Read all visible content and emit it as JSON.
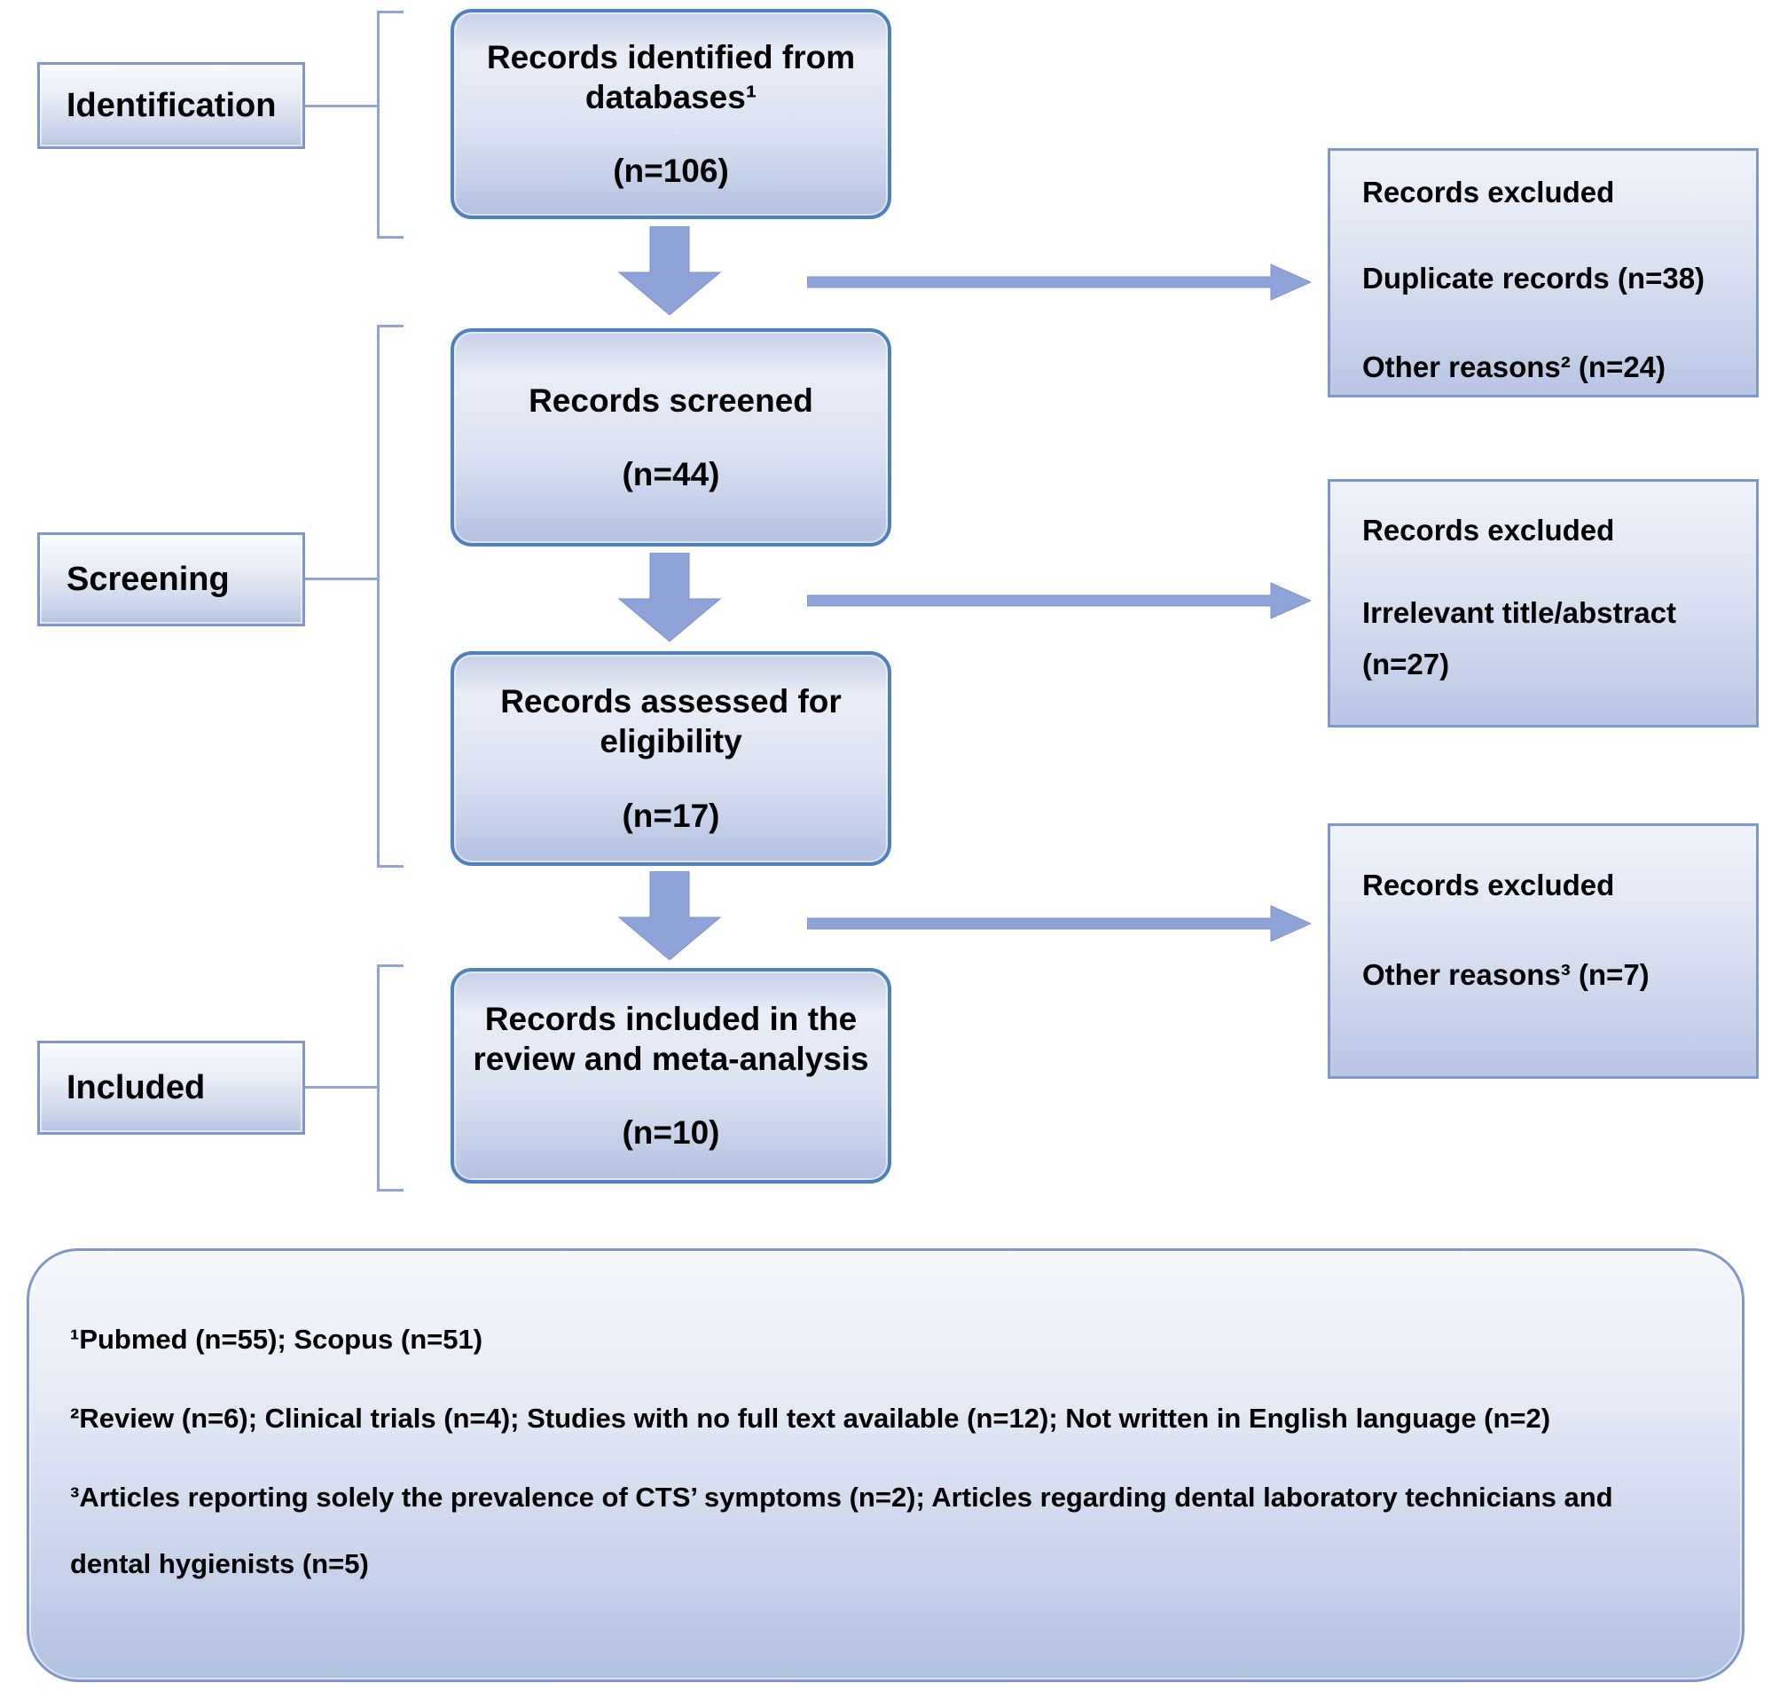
{
  "diagram": {
    "title_semantic": "PRISMA flow diagram of study selection",
    "stages": [
      {
        "label": "Identification"
      },
      {
        "label": "Screening"
      },
      {
        "label": "Included"
      }
    ],
    "main_boxes": [
      {
        "title": "Records identified from databases¹",
        "count": "(n=106)"
      },
      {
        "title": "Records screened",
        "count": "(n=44)"
      },
      {
        "title": "Records assessed for eligibility",
        "count": "(n=17)"
      },
      {
        "title": "Records included in the review and meta-analysis",
        "count": "(n=10)"
      }
    ],
    "exclusion_boxes": [
      {
        "header": "Records excluded",
        "lines": [
          "Duplicate records (n=38)",
          "Other reasons² (n=24)"
        ]
      },
      {
        "header": "Records excluded",
        "lines": [
          "Irrelevant title/abstract",
          "(n=27)"
        ]
      },
      {
        "header": "Records excluded",
        "lines": [
          "Other reasons³ (n=7)"
        ]
      }
    ],
    "footnotes": [
      "¹Pubmed (n=55); Scopus (n=51)",
      "²Review (n=6); Clinical trials (n=4); Studies with no full text available (n=12); Not written in English language (n=2)",
      "³Articles reporting solely the prevalence of CTS’ symptoms (n=2); Articles regarding dental laboratory technicians and dental hygienists (n=5)"
    ],
    "colors": {
      "main_box_border": "#4f81bd",
      "panel_border": "#7e97cd",
      "arrow_fill": "#8ea3d8",
      "connector_line": "#8ea6d6",
      "box_fill_top": "#e9edf7",
      "box_fill_bottom": "#b4c1e2"
    }
  }
}
